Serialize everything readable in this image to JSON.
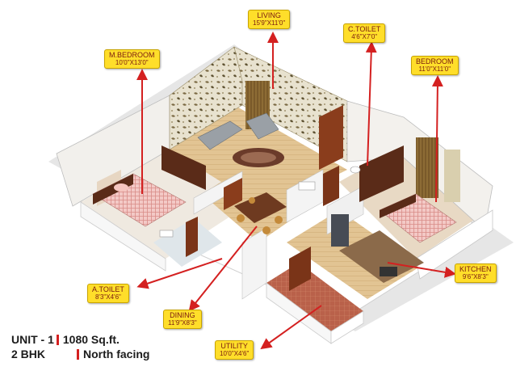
{
  "rooms": {
    "living": {
      "name": "LIVING",
      "dims": "15'9\"X11'0\""
    },
    "ctoilet": {
      "name": "C.TOILET",
      "dims": "4'6\"X7'0\""
    },
    "mbedroom": {
      "name": "M.BEDROOM",
      "dims": "10'0\"X13'0\""
    },
    "bedroom": {
      "name": "BEDROOM",
      "dims": "11'0\"X11'0\""
    },
    "kitchen": {
      "name": "KITCHEN",
      "dims": "9'6\"X8'3\""
    },
    "atoilet": {
      "name": "A.TOILET",
      "dims": "8'3\"X4'6\""
    },
    "dining": {
      "name": "DINING",
      "dims": "11'9\"X8'3\""
    },
    "utility": {
      "name": "UTILITY",
      "dims": "10'0\"X4'6\""
    }
  },
  "unit": {
    "number": "UNIT - 1",
    "area": "1080 Sq.ft.",
    "type": "2 BHK",
    "facing": "North facing"
  },
  "colors": {
    "label_bg": "#ffde2a",
    "label_text": "#7a1a10",
    "arrow": "#d42020",
    "floor_wood": "#e2c493",
    "wall": "#f2f0ec"
  }
}
